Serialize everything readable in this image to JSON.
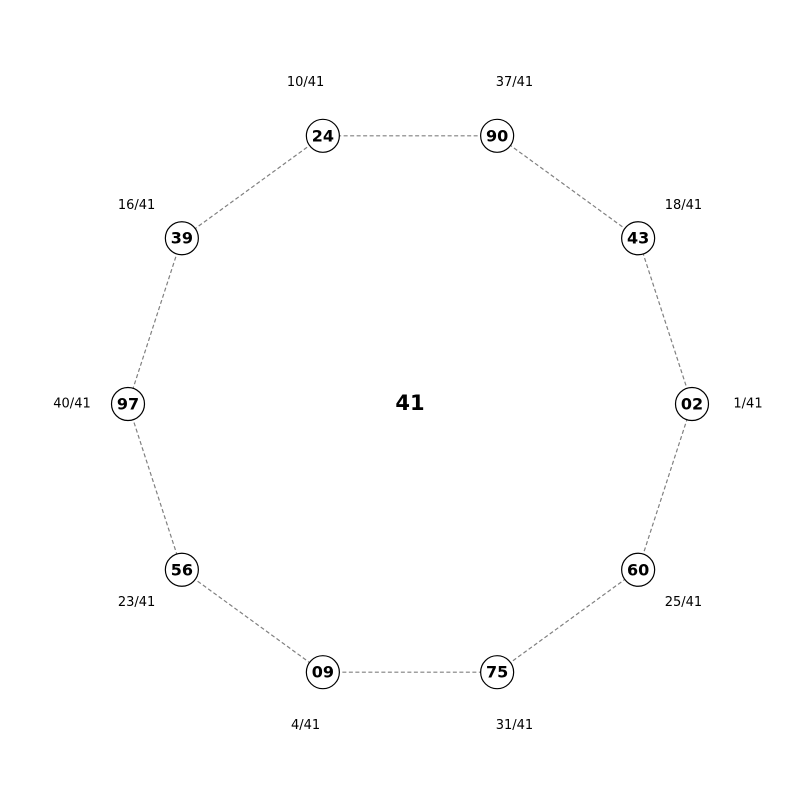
{
  "diagram": {
    "center_label": "41",
    "nodes": [
      {
        "label": "02",
        "fraction": "1/41"
      },
      {
        "label": "43",
        "fraction": "18/41"
      },
      {
        "label": "90",
        "fraction": "37/41"
      },
      {
        "label": "24",
        "fraction": "10/41"
      },
      {
        "label": "39",
        "fraction": "16/41"
      },
      {
        "label": "97",
        "fraction": "40/41"
      },
      {
        "label": "56",
        "fraction": "23/41"
      },
      {
        "label": "09",
        "fraction": "4/41"
      },
      {
        "label": "75",
        "fraction": "31/41"
      },
      {
        "label": "60",
        "fraction": "25/41"
      }
    ],
    "edge_color": "#808080"
  }
}
